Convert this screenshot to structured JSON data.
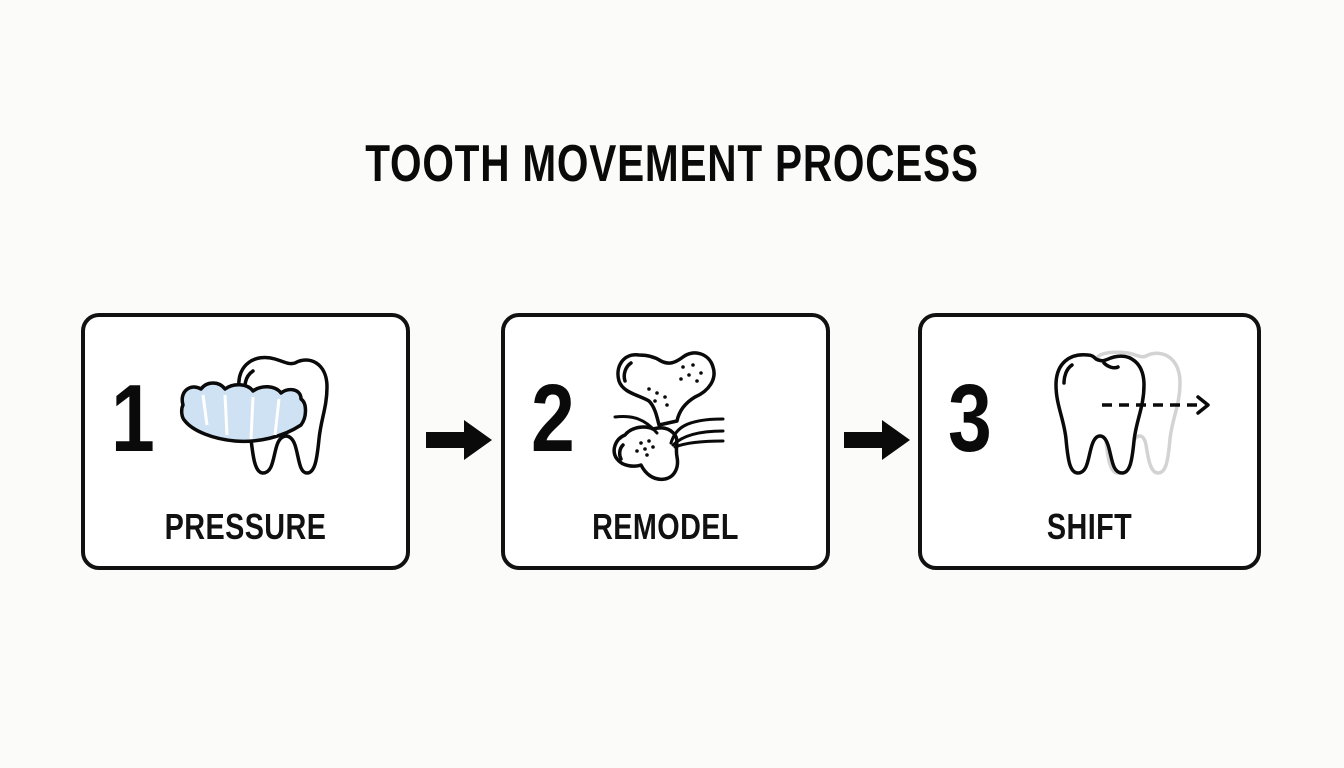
{
  "title": "TOOTH MOVEMENT PROCESS",
  "colors": {
    "background": "#fbfbfa",
    "panel_border": "#111111",
    "text": "#0a0a0a",
    "aligner_fill": "#cfe2f3",
    "ghost_tooth": "#d3d3d3"
  },
  "steps": [
    {
      "number": "1",
      "label": "PRESSURE",
      "icon": "aligner-on-tooth-icon"
    },
    {
      "number": "2",
      "label": "REMODEL",
      "icon": "bone-remodel-icon"
    },
    {
      "number": "3",
      "label": "SHIFT",
      "icon": "tooth-shift-icon"
    }
  ],
  "connectors": [
    {
      "icon": "arrow-right-icon"
    },
    {
      "icon": "arrow-right-icon"
    }
  ]
}
